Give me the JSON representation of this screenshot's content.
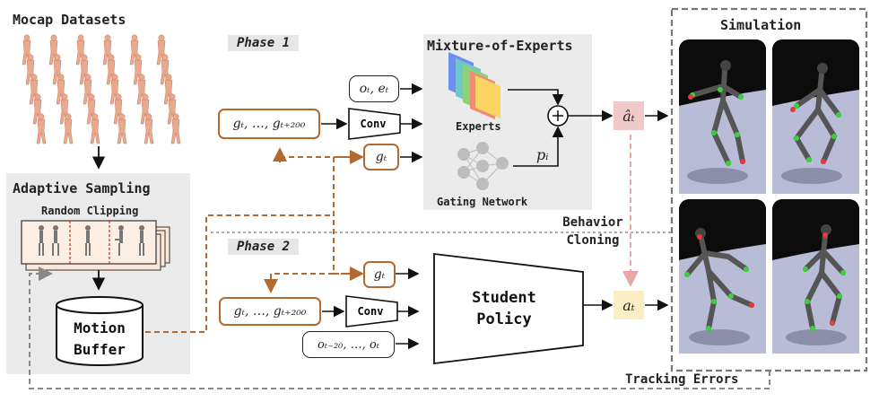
{
  "mocap": {
    "title": "Mocap Datasets"
  },
  "adaptive": {
    "title": "Adaptive Sampling",
    "clip_label": "Random Clipping"
  },
  "buffer": {
    "line1": "Motion",
    "line2": "Buffer"
  },
  "phase1": {
    "label": "Phase 1",
    "obs_label": "oₜ, eₜ",
    "goal_seq_label": "gₜ, …, gₜ₊₂₀₀",
    "conv_label": "Conv",
    "goal_label": "gₜ"
  },
  "moe": {
    "title": "Mixture-of-Experts",
    "experts_label": "Experts",
    "gating_label": "Gating Network",
    "p_label": "pᵢ",
    "plus": "+"
  },
  "action_hat": "âₜ",
  "behavior_cloning": {
    "line1": "Behavior",
    "line2": "Cloning"
  },
  "phase2": {
    "label": "Phase 2",
    "goal_label": "gₜ",
    "goal_seq_label": "gₜ, …, gₜ₊₂₀₀",
    "conv_label": "Conv",
    "obs_hist_label": "oₜ₋₂₀, …, oₜ"
  },
  "student": {
    "line1": "Student",
    "line2": "Policy"
  },
  "action": "aₜ",
  "simulation": {
    "title": "Simulation"
  },
  "tracking_errors": "Tracking Errors",
  "colors": {
    "brown": "#b36a30",
    "action_hat_bg": "#f2c9c9",
    "action_bg": "#fbeec4",
    "panel_bg": "#ebebeb",
    "pink_arrow": "#e8a7a7"
  }
}
